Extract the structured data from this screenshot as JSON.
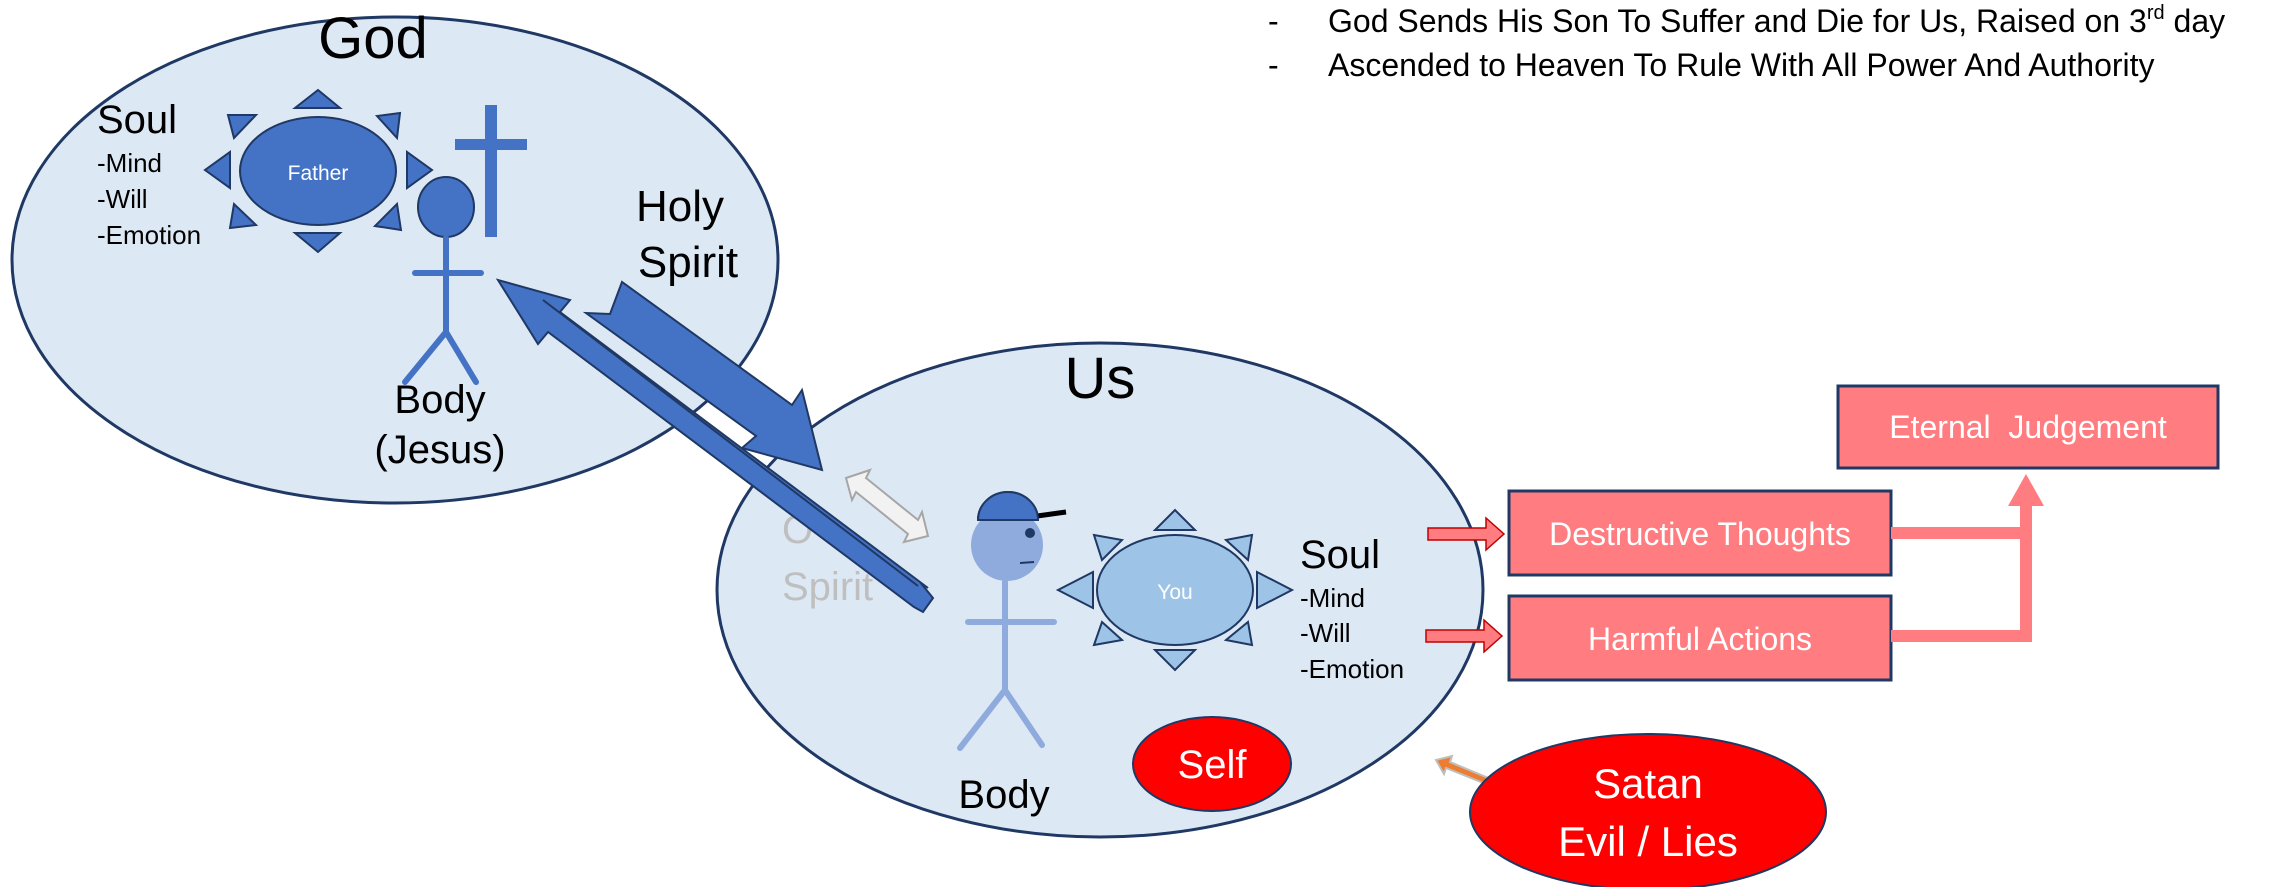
{
  "bullets": [
    {
      "dash": "-",
      "text": "God Sends His Son To Suffer and Die for Us, Raised on 3",
      "sup": "rd",
      "tail": " day"
    },
    {
      "dash": "-",
      "text": "Ascended to Heaven To Rule With All Power And Authority"
    }
  ],
  "god": {
    "title": "God",
    "soul_title": "Soul",
    "soul_items": [
      "-Mind",
      "-Will",
      "-Emotion"
    ],
    "father_label": "Father",
    "body_label": "Body",
    "jesus_label": "(Jesus)",
    "holy_spirit": [
      "Holy",
      "Spirit"
    ]
  },
  "us": {
    "title": "Us",
    "spirit_faded": [
      "O",
      "Spirit"
    ],
    "you_label": "You",
    "soul_title": "Soul",
    "soul_items": [
      "-Mind",
      "-Will",
      "-Emotion"
    ],
    "body_label": "Body",
    "self_label": "Self"
  },
  "outcomes": {
    "destructive": "Destructive Thoughts",
    "harmful": "Harmful Actions",
    "judgement": "Eternal  Judgement"
  },
  "satan": [
    "Satan",
    "Evil / Lies"
  ],
  "colors": {
    "ellipse_fill": "#dde8f5",
    "dark_blue": "#4472c4",
    "light_blue": "#9dc3e6",
    "pink": "#ff7c80",
    "red": "#ff0000",
    "orange": "#ed7d31",
    "navy": "#1f3864"
  }
}
